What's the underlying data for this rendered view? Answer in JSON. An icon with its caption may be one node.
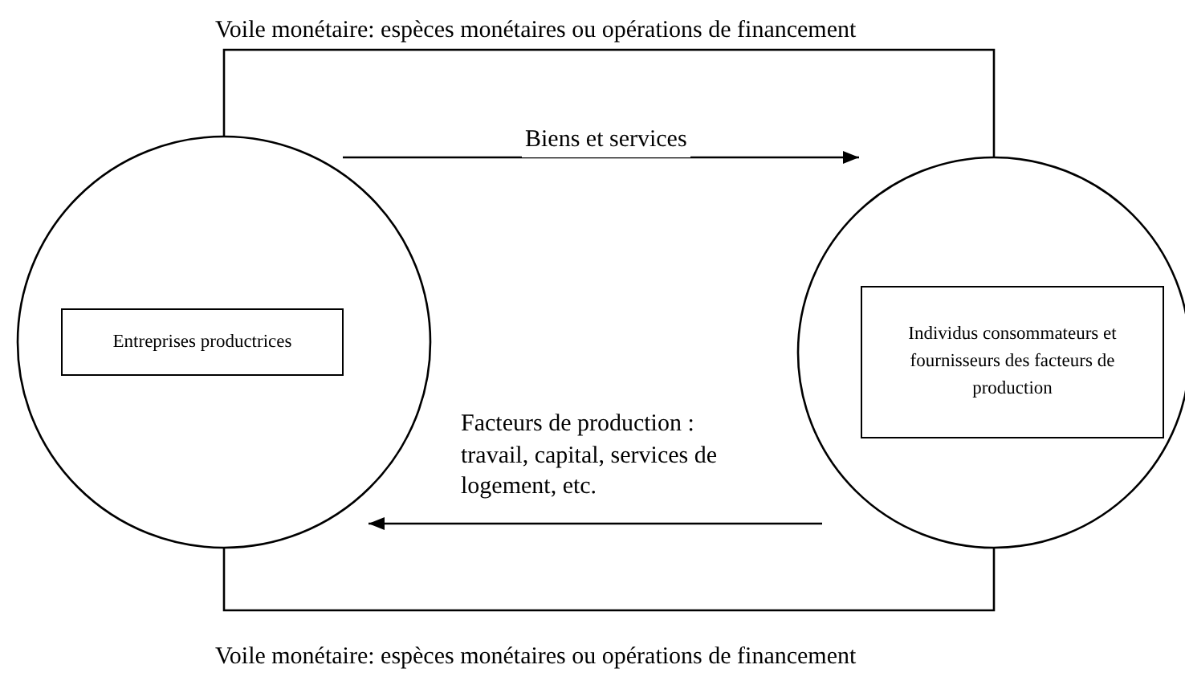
{
  "diagram": {
    "nodes": [
      {
        "text": [],
        "shape": "circle"
      },
      {
        "text": [
          "Entreprises productrices"
        ],
        "in": 0
      },
      {
        "text": [],
        "shape": "circle"
      },
      {
        "text": [
          "Individus consommateurs et fournisseurs des facteurs de production"
        ],
        "in": 2
      }
    ],
    "edges": [
      {
        "from": 0,
        "to": 2,
        "arrow": "none",
        "label": "Voile monétaire: espèces monétaires ou opérations de financement"
      },
      {
        "from": 0,
        "to": 2,
        "arrow": "to",
        "label": "Biens et services"
      },
      {
        "from": 2,
        "to": 0,
        "arrow": "to",
        "label": "Facteurs de production : travail, capital, services de logement, etc."
      },
      {
        "from": 0,
        "to": 2,
        "arrow": "none",
        "label": "Voile monétaire: espèces monétaires ou opérations de financement"
      }
    ]
  }
}
